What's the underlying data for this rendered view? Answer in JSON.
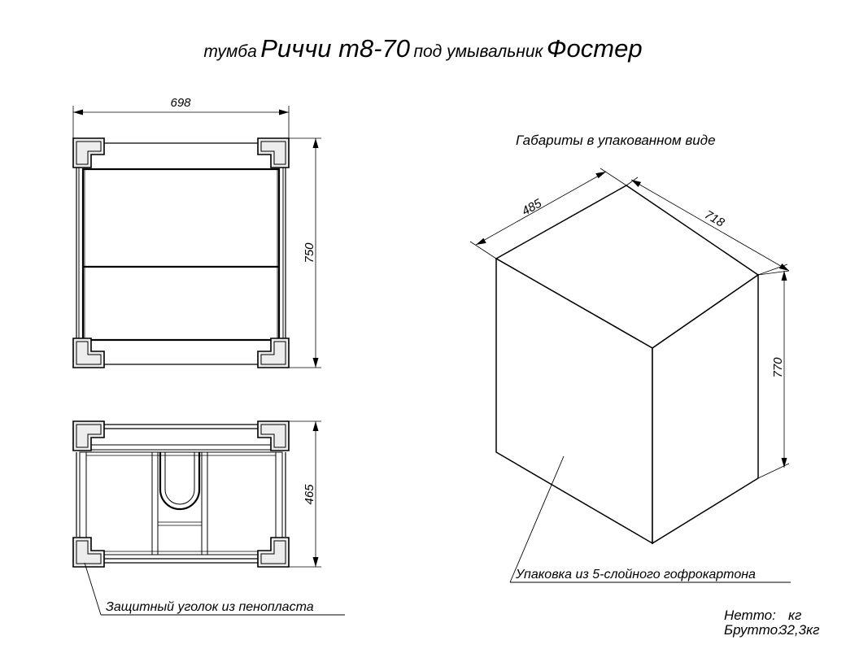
{
  "title": {
    "prefix": "тумба",
    "model": "Риччи т8-70",
    "middle": "под умывальник",
    "series": "Фостер"
  },
  "front_view": {
    "width_label": "698",
    "height_label": "750"
  },
  "top_view": {
    "depth_label": "465"
  },
  "callout_corner": "Защитный уголок из пенопласта",
  "package": {
    "heading": "Габариты в упакованном виде",
    "depth_label": "485",
    "width_label": "718",
    "height_label": "770",
    "material_label": "Упаковка из 5-слойного гофрокартона"
  },
  "weight": {
    "net_label": "Нетто:",
    "net_unit": "кг",
    "gross_label": "Брутто:",
    "gross_value": "32,3кг"
  }
}
